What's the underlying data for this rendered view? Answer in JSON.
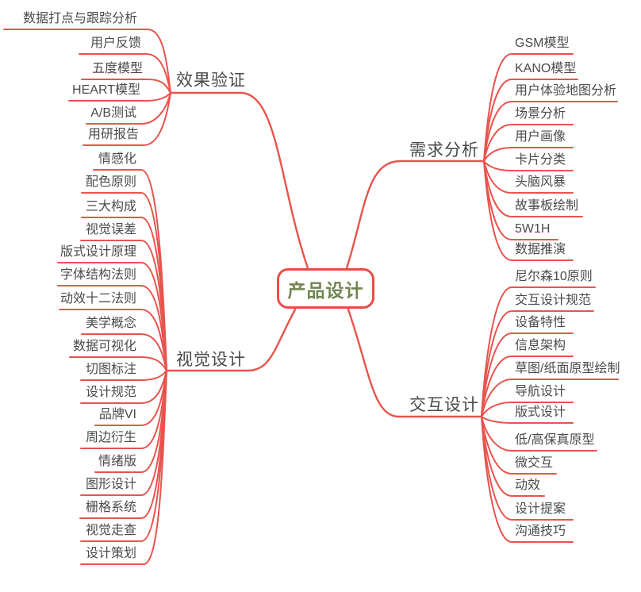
{
  "colors": {
    "line": "#e8544d",
    "center_border": "#ea4c44",
    "center_text": "#718551",
    "topic_text": "#4b4b4b",
    "background": "#ffffff"
  },
  "mindmap": {
    "center": "产品设计",
    "branches": [
      {
        "label": "效果验证",
        "children": [
          "数据打点与跟踪分析",
          "用户反馈",
          "五度模型",
          "HEART模型",
          "A/B测试",
          "用研报告"
        ]
      },
      {
        "label": "需求分析",
        "children": [
          "GSM模型",
          "KANO模型",
          "用户体验地图分析",
          "场景分析",
          "用户画像",
          "卡片分类",
          "头脑风暴",
          "故事板绘制",
          "5W1H",
          "数据推演"
        ]
      },
      {
        "label": "视觉设计",
        "children": [
          "情感化",
          "配色原则",
          "三大构成",
          "视觉误差",
          "版式设计原理",
          "字体结构法则",
          "动效十二法则",
          "美学概念",
          "数据可视化",
          "切图标注",
          "设计规范",
          "品牌VI",
          "周边衍生",
          "情绪版",
          "图形设计",
          "栅格系统",
          "视觉走查",
          "设计策划"
        ]
      },
      {
        "label": "交互设计",
        "children": [
          "尼尔森10原则",
          "交互设计规范",
          "设备特性",
          "信息架构",
          "草图/纸面原型绘制",
          "导航设计",
          "版式设计",
          "低/高保真原型",
          "微交互",
          "动效",
          "设计提案",
          "沟通技巧"
        ]
      }
    ]
  }
}
